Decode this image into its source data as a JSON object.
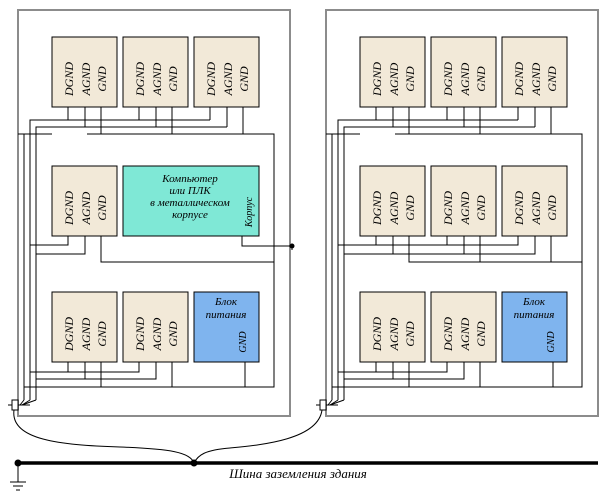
{
  "colors": {
    "module_fill": "#f2e9d8",
    "computer_fill": "#7fe8d6",
    "psu_fill": "#7fb4ee",
    "cabinet_stroke": "#8c8c8c",
    "wire": "#000000"
  },
  "module_terminals": [
    "DGND",
    "AGND",
    "GND"
  ],
  "computer": {
    "lines": [
      "Компьютер",
      "или ПЛК",
      "в металлическом",
      "корпусе"
    ],
    "case_label": "Корпус"
  },
  "power_supply": {
    "lines": [
      "Блок",
      "питания"
    ],
    "terminal": "GND"
  },
  "bus_label": "Шина заземления здания"
}
